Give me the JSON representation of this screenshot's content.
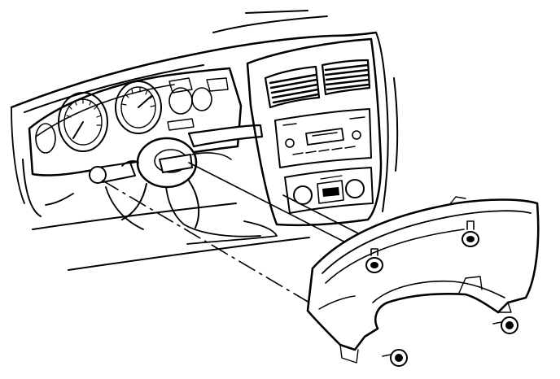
{
  "figure": {
    "description_visible_text": "",
    "colors": {
      "ink": "#000000",
      "paper": "#ffffff"
    },
    "parts": [
      "instrument-panel",
      "instrument-cluster",
      "steering-column",
      "center-air-vents",
      "radio",
      "climate-controls",
      "cluster-trim-bezel",
      "retaining-clips"
    ]
  }
}
